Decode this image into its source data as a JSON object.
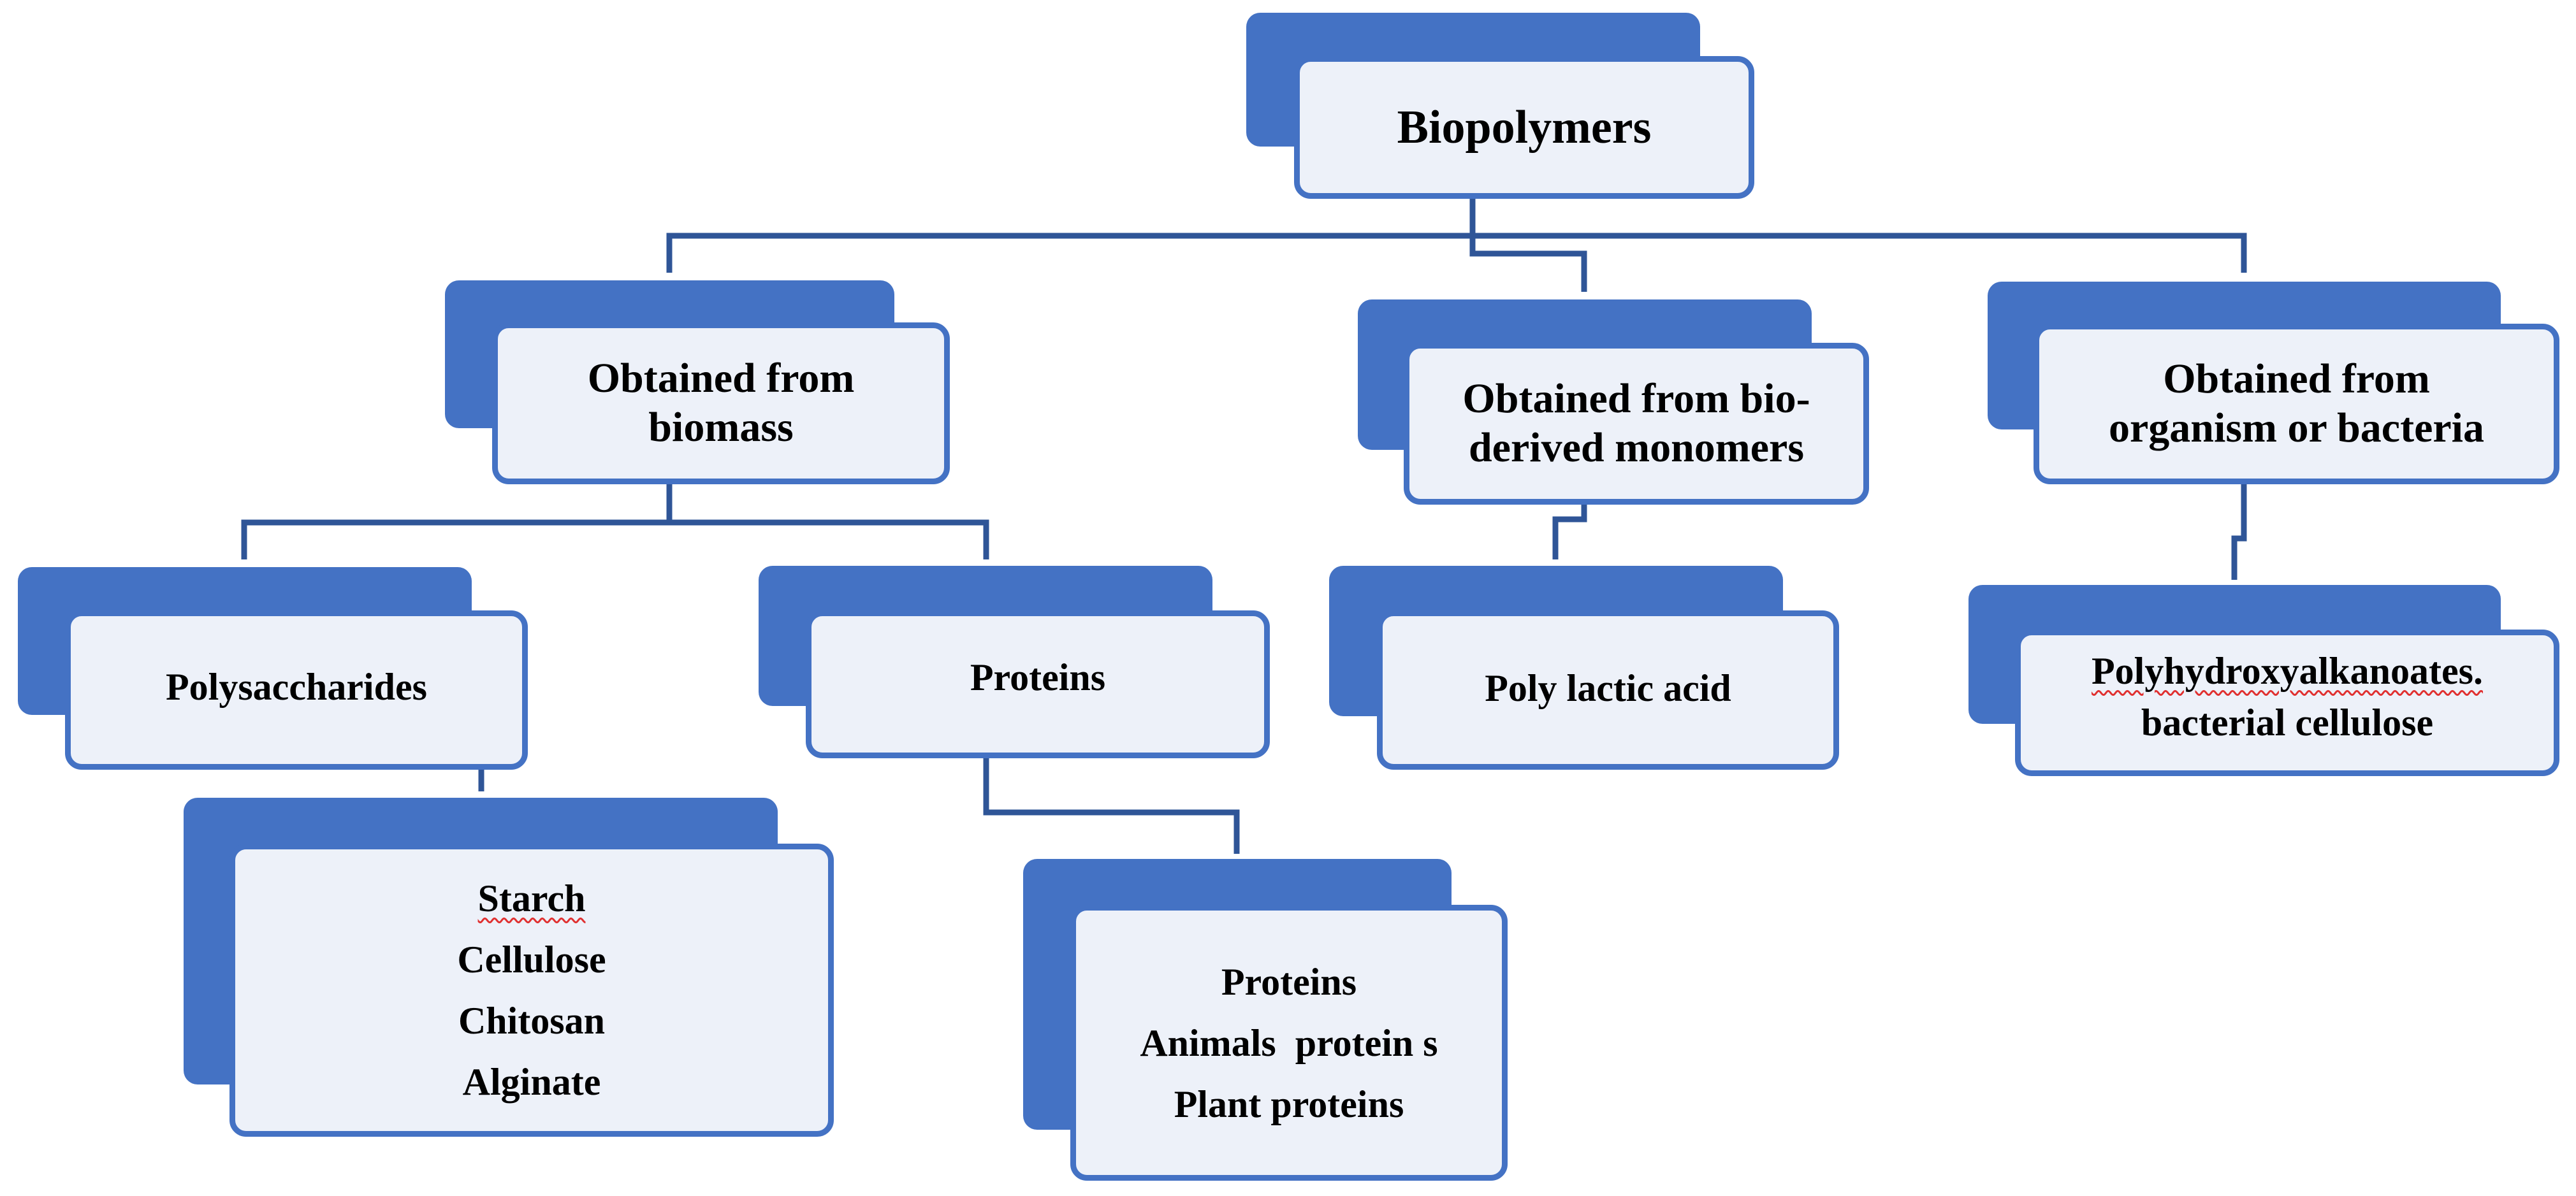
{
  "diagram": {
    "root": {
      "label": "Biopolymers"
    },
    "biomass": {
      "lines": [
        "Obtained from",
        "biomass"
      ]
    },
    "monomers": {
      "lines": [
        "Obtained from bio-",
        "derived monomers"
      ]
    },
    "organism": {
      "lines": [
        "Obtained from",
        "organism or bacteria"
      ]
    },
    "polysaccharides": {
      "label": "Polysaccharides"
    },
    "proteins_group": {
      "label": "Proteins"
    },
    "pla": {
      "label": "Poly lactic acid"
    },
    "pha": {
      "lines": [
        "Polyhydroxyalkanoates.",
        "bacterial cellulose"
      ]
    },
    "polysaccharide_list": {
      "items": [
        "Starch",
        "Cellulose",
        "Chitosan",
        "Alginate"
      ]
    },
    "protein_list": {
      "items": [
        "Proteins",
        "Animals  protein s",
        "Plant proteins"
      ]
    }
  },
  "colors": {
    "box_back": "#4472c4",
    "box_front_fill": "#edf1f9",
    "connector": "#2f5597",
    "text": "#000000"
  }
}
